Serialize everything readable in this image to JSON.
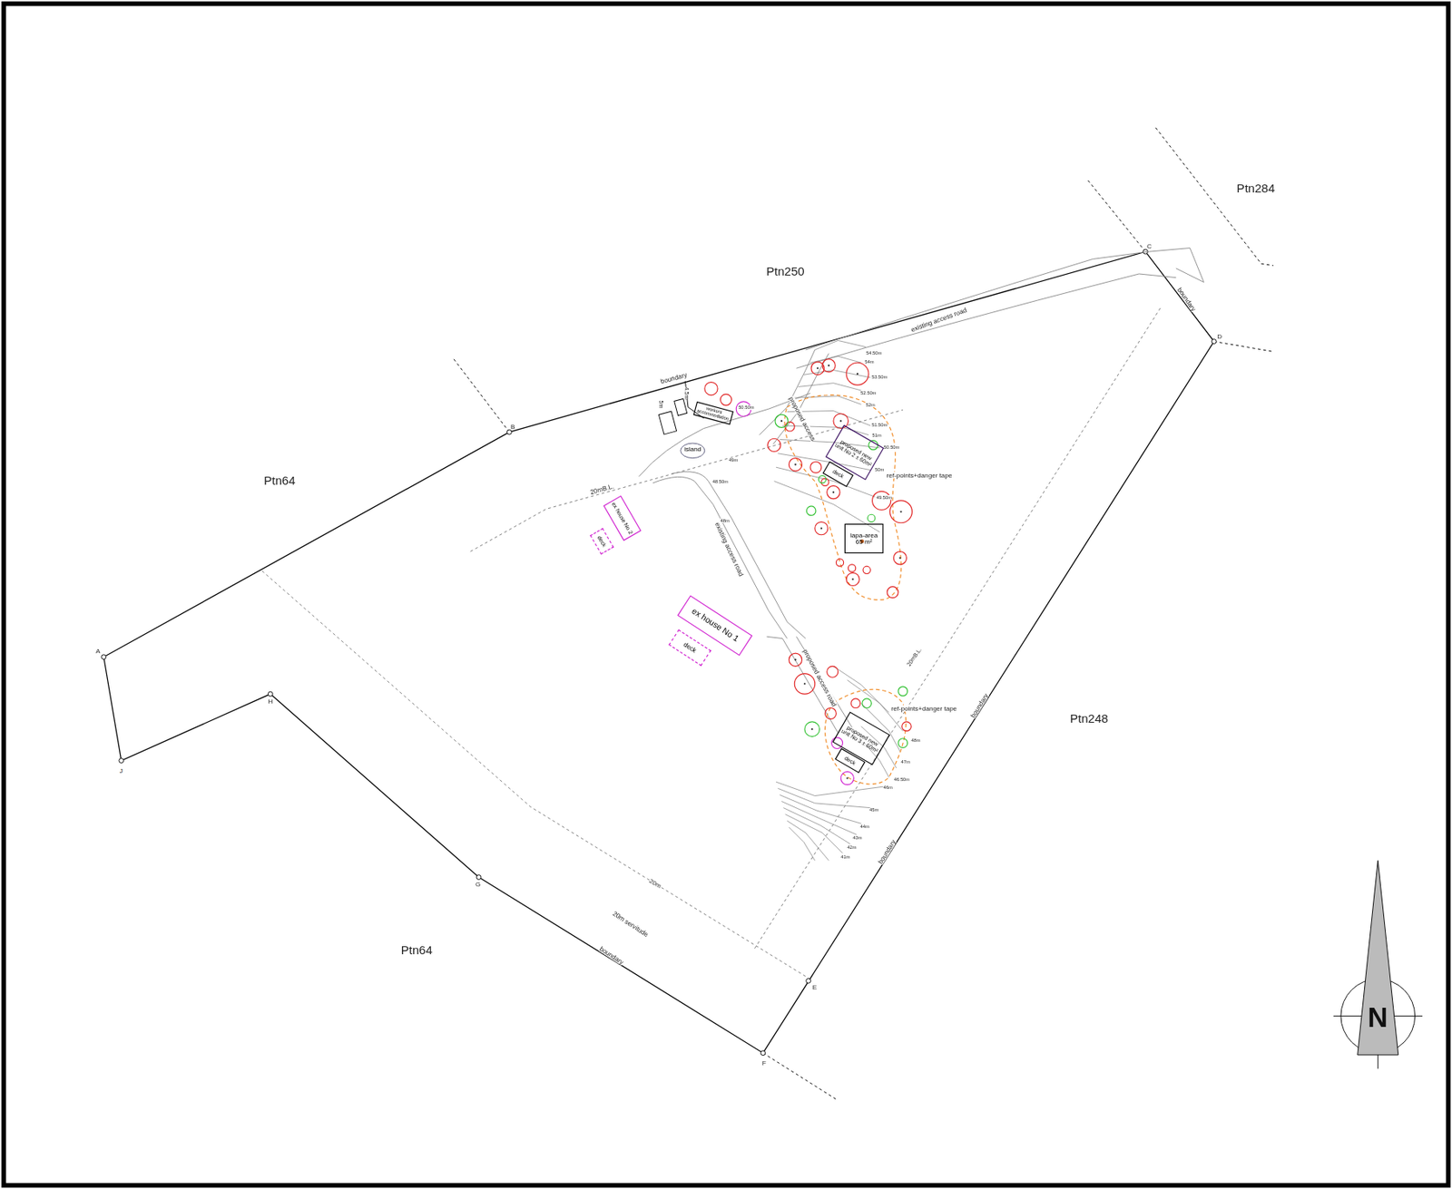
{
  "diagram": {
    "nodes": [
      {
        "text": [
          "proposed new unit No 2 ± 60m²"
        ]
      },
      {
        "text": [
          "deck"
        ]
      },
      {
        "text": [
          "lapa-area 65 m²"
        ]
      },
      {
        "text": [
          "ex house No 1"
        ]
      },
      {
        "text": [
          "deck"
        ]
      },
      {
        "text": [
          "ex house No 2"
        ]
      },
      {
        "text": [
          "deck"
        ]
      },
      {
        "text": [
          "proposed new unit No 3 ± 60m²"
        ]
      },
      {
        "text": [
          "deck"
        ]
      },
      {
        "text": [
          "island"
        ]
      },
      {
        "text": [
          "workers accommodation"
        ]
      }
    ],
    "labels": [
      "Ptn250",
      "Ptn64",
      "Ptn64",
      "Ptn284",
      "Ptn248",
      "A",
      "B",
      "C",
      "D",
      "E",
      "F",
      "G",
      "H",
      "J",
      "boundary",
      "boundary",
      "boundary",
      "boundary",
      "boundary",
      "existing access road",
      "existing access road",
      "proposed access",
      "proposed access road",
      "20mB.L.",
      "20mB.L.",
      "20m",
      "20m servitude",
      "ref-points+danger tape",
      "ref-points+danger tape",
      "5m",
      "4.5m",
      "54.50m",
      "54m",
      "53.50m",
      "52.50m",
      "52m",
      "51.50m",
      "51m",
      "50.50m",
      "50m",
      "49.50m",
      "50.50m",
      "49m",
      "48.50m",
      "48m",
      "48m",
      "47m",
      "46.50m",
      "46m",
      "45m",
      "44m",
      "43m",
      "42m",
      "41m",
      "N"
    ]
  }
}
